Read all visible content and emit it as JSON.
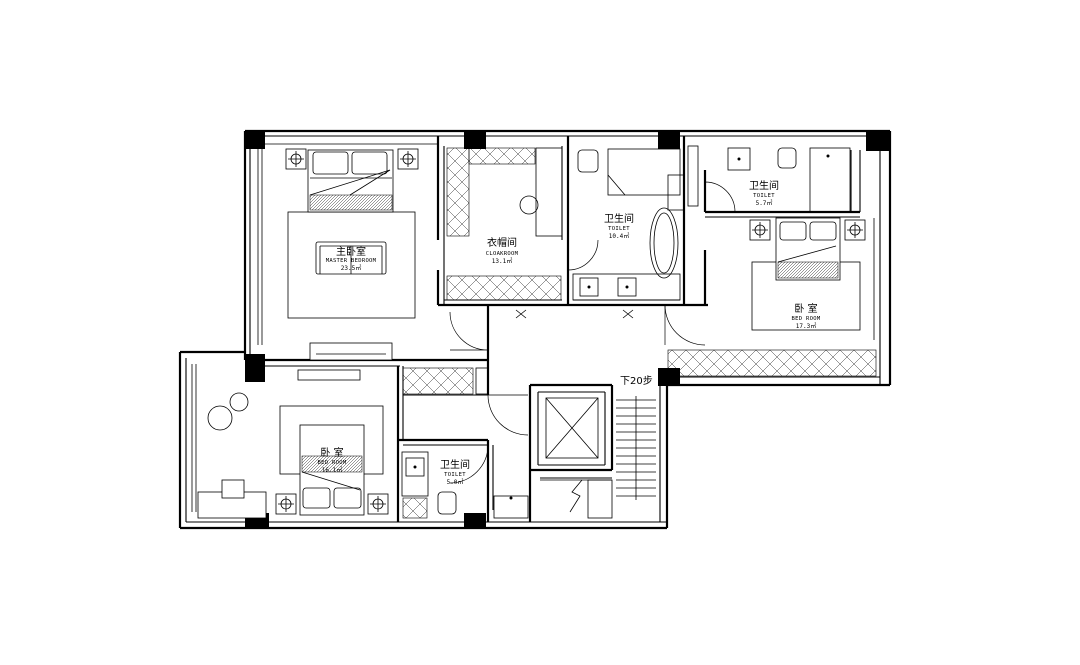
{
  "rooms": {
    "master_bedroom": {
      "cn": "主卧室",
      "en": "MASTER BEDROOM",
      "area": "23.5㎡"
    },
    "cloakroom": {
      "cn": "衣帽间",
      "en": "CLOAKROOM",
      "area": "13.1㎡"
    },
    "toilet_center": {
      "cn": "卫生间",
      "en": "TOILET",
      "area": "10.4㎡"
    },
    "toilet_right": {
      "cn": "卫生间",
      "en": "TOILET",
      "area": "5.7㎡"
    },
    "bedroom_right": {
      "cn": "卧  室",
      "en": "BED  ROOM",
      "area": "17.3㎡"
    },
    "bedroom_left": {
      "cn": "卧  室",
      "en": "BED  ROOM",
      "area": "16.1㎡"
    },
    "toilet_small": {
      "cn": "卫生间",
      "en": "TOILET",
      "area": "5.0㎡"
    }
  },
  "stairs": {
    "label": "下20步"
  }
}
